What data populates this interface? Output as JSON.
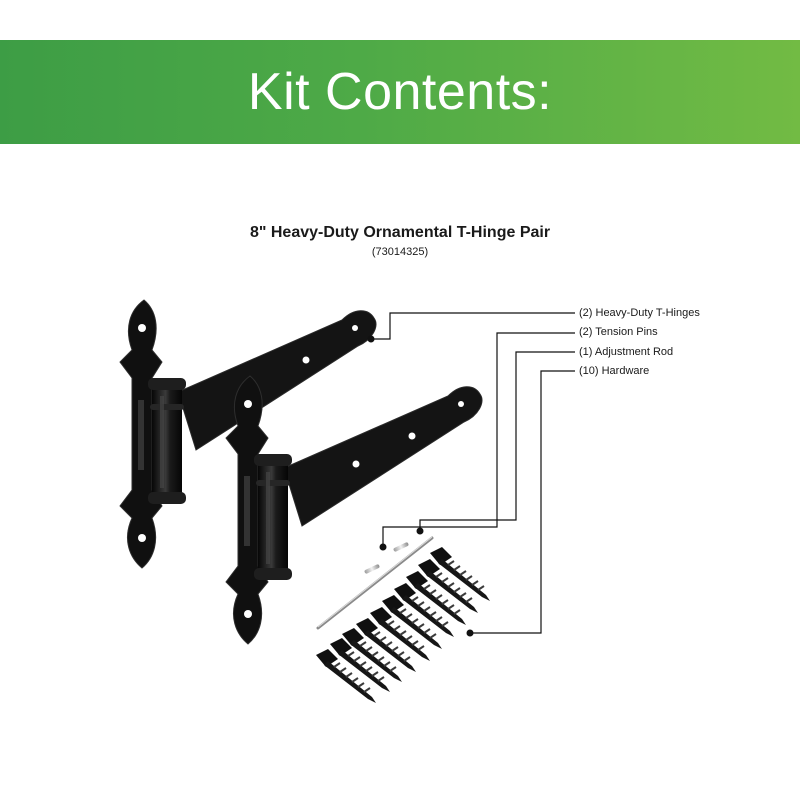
{
  "banner": {
    "title": "Kit Contents:"
  },
  "product": {
    "title": "8\" Heavy-Duty Ornamental T-Hinge Pair",
    "sku": "(73014325)"
  },
  "contents": [
    {
      "label": "(2) Heavy-Duty T-Hinges"
    },
    {
      "label": "(2) Tension Pins"
    },
    {
      "label": "(1) Adjustment Rod"
    },
    {
      "label": "(10) Hardware"
    }
  ],
  "colors": {
    "banner_left": "#3d9d45",
    "banner_right": "#72bb44",
    "hardware": "#121212"
  }
}
